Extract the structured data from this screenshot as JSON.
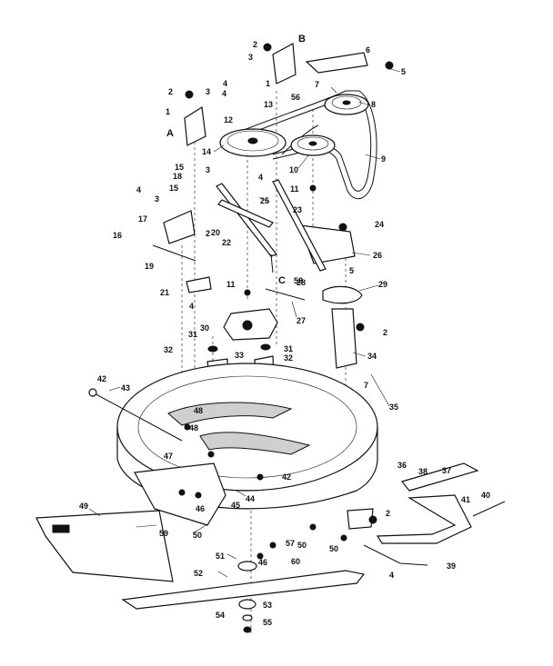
{
  "callouts": [
    "1",
    "2",
    "3",
    "4",
    "5",
    "6",
    "7",
    "8",
    "9",
    "10",
    "11",
    "12",
    "13",
    "14",
    "15",
    "16",
    "17",
    "18",
    "19",
    "20",
    "21",
    "22",
    "23",
    "24",
    "25",
    "26",
    "27",
    "28",
    "29",
    "30",
    "31",
    "32",
    "33",
    "34",
    "35",
    "36",
    "37",
    "38",
    "39",
    "40",
    "41",
    "42",
    "43",
    "44",
    "45",
    "46",
    "47",
    "48",
    "49",
    "50",
    "51",
    "52",
    "53",
    "54",
    "55",
    "56",
    "57",
    "58",
    "59",
    "60"
  ],
  "letters": {
    "a": "A",
    "b": "B",
    "c": "C"
  },
  "colors": {
    "ink": "#111111",
    "paper": "#ffffff",
    "shade": "#cfcfcf"
  }
}
